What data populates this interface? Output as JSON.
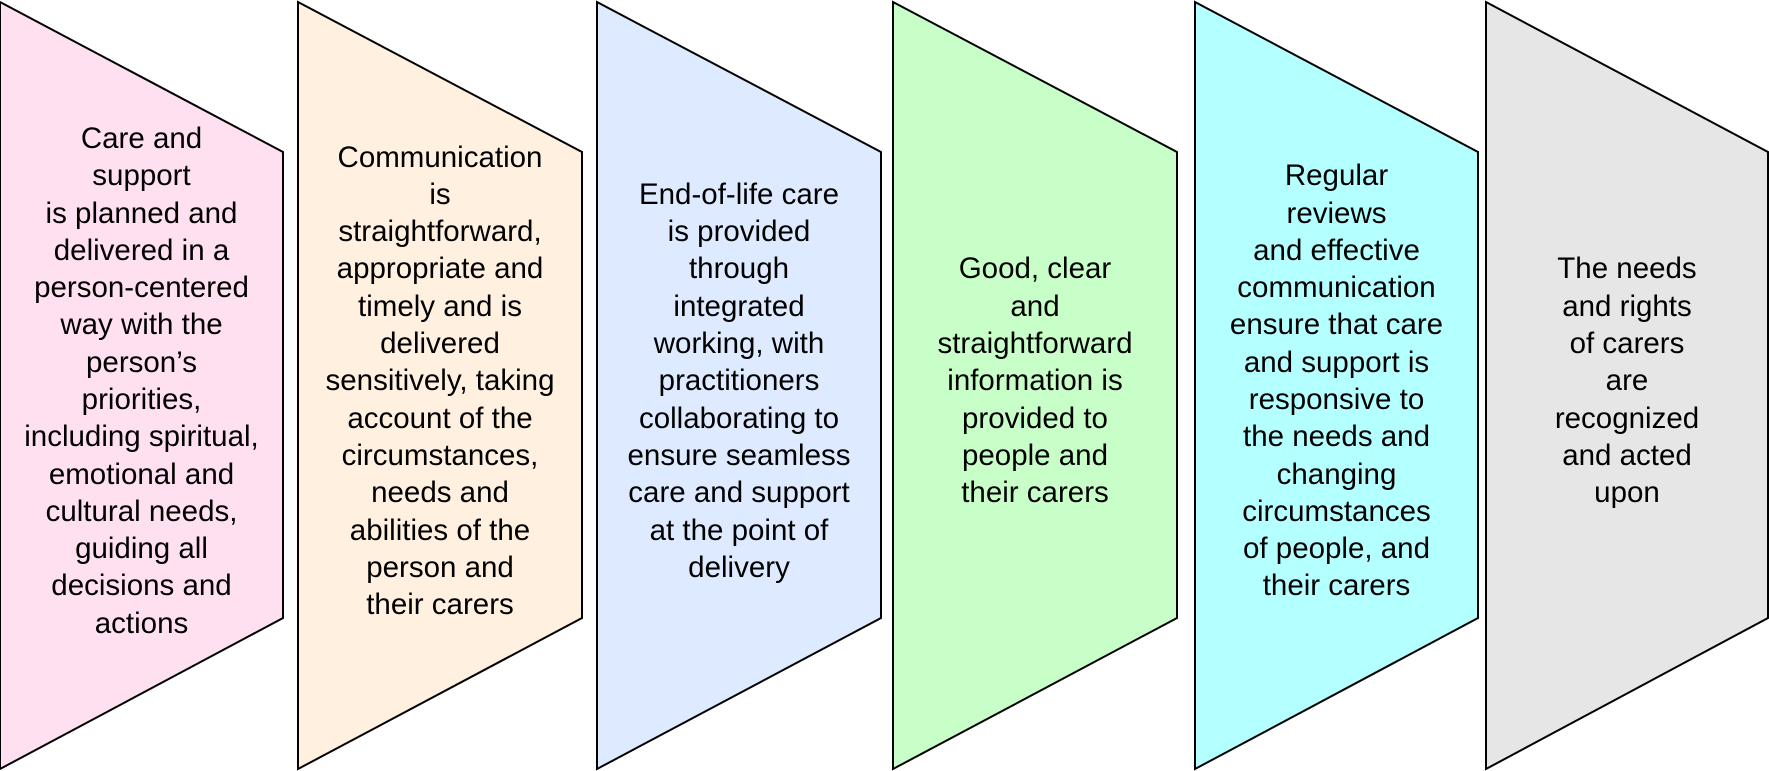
{
  "panels": [
    {
      "text": "Care and\nsupport\nis planned and\ndelivered in a\nperson-centered\nway with the\nperson’s\npriorities,\nincluding spiritual,\nemotional and\ncultural needs,\nguiding all\ndecisions and\nactions",
      "fill": "#FFE0F0"
    },
    {
      "text": "Communication\nis\nstraightforward,\nappropriate and\ntimely and is\ndelivered\nsensitively, taking\naccount of the\ncircumstances,\nneeds and\nabilities of the\nperson and\ntheir carers",
      "fill": "#FFF0E0"
    },
    {
      "text": "End-of-life care\nis provided\nthrough\nintegrated\nworking, with\npractitioners\ncollaborating to\nensure seamless\ncare and support\nat the point of\ndelivery",
      "fill": "#DDEAFF"
    },
    {
      "text": "Good, clear\nand\nstraightforward\ninformation is\nprovided to\npeople and\ntheir carers",
      "fill": "#C8FFC8"
    },
    {
      "text": "Regular\nreviews\nand effective\ncommunication\nensure that care\nand support is\nresponsive to\nthe needs and\nchanging\ncircumstances\nof people, and\ntheir carers",
      "fill": "#B4FFFF"
    },
    {
      "text": "The needs\nand rights\nof carers\nare\nrecognized\nand acted\nupon",
      "fill": "#E6E6E6"
    }
  ]
}
